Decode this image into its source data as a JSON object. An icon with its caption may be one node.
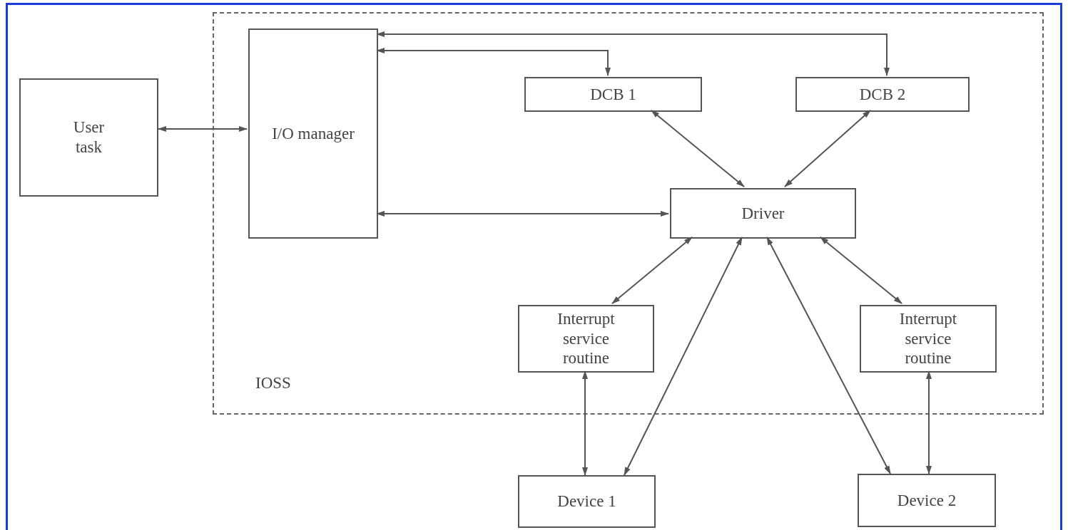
{
  "diagram": {
    "nodes": [
      {
        "text": [
          "IOSS"
        ]
      },
      {
        "text": [
          "User task"
        ]
      },
      {
        "text": [
          "I/O manager"
        ],
        "in": 0
      },
      {
        "text": [
          "DCB 1"
        ],
        "in": 0
      },
      {
        "text": [
          "DCB 2"
        ],
        "in": 0
      },
      {
        "text": [
          "Driver"
        ],
        "in": 0
      },
      {
        "text": [
          "Interrupt service routine"
        ],
        "in": 0
      },
      {
        "text": [
          "Interrupt service routine"
        ],
        "in": 0
      },
      {
        "text": [
          "Device 1"
        ]
      },
      {
        "text": [
          "Device 2"
        ]
      }
    ],
    "edges": [
      {
        "from": 1,
        "to": 2,
        "arrow": "both"
      },
      {
        "from": 2,
        "to": 4,
        "arrow": "both"
      },
      {
        "from": 2,
        "to": 3,
        "arrow": "both"
      },
      {
        "from": 2,
        "to": 5,
        "arrow": "both"
      },
      {
        "from": 3,
        "to": 5,
        "arrow": "both"
      },
      {
        "from": 4,
        "to": 5,
        "arrow": "both"
      },
      {
        "from": 5,
        "to": 6,
        "arrow": "both"
      },
      {
        "from": 5,
        "to": 8,
        "arrow": "both"
      },
      {
        "from": 5,
        "to": 9,
        "arrow": "both"
      },
      {
        "from": 5,
        "to": 7,
        "arrow": "both"
      },
      {
        "from": 6,
        "to": 8,
        "arrow": "both"
      },
      {
        "from": 7,
        "to": 9,
        "arrow": "both"
      }
    ]
  }
}
